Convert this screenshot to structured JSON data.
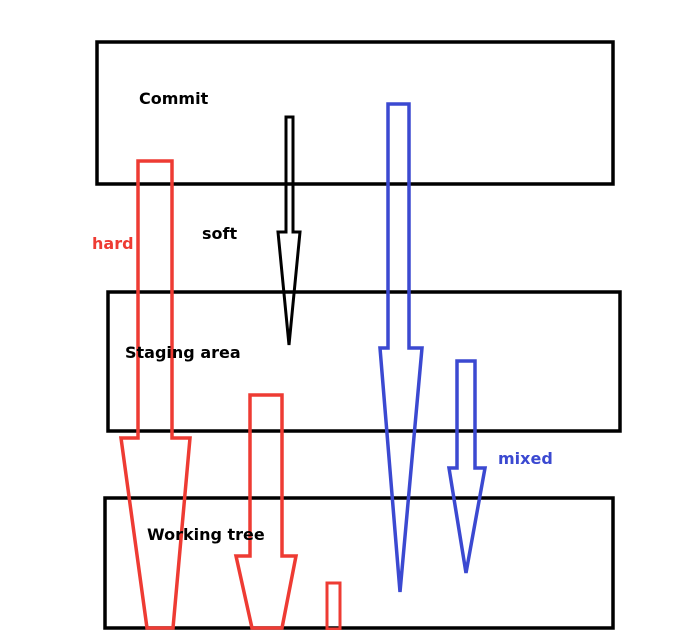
{
  "boxes": {
    "commit": "Commit",
    "staging": "Staging area",
    "working": "Working tree"
  },
  "labels": {
    "hard": "hard",
    "soft": "soft",
    "mixed": "mixed"
  },
  "colors": {
    "box_outline": "#000000",
    "hard": "#ee3b33",
    "soft": "#000000",
    "mixed": "#3b49d1",
    "text": "#000000"
  }
}
